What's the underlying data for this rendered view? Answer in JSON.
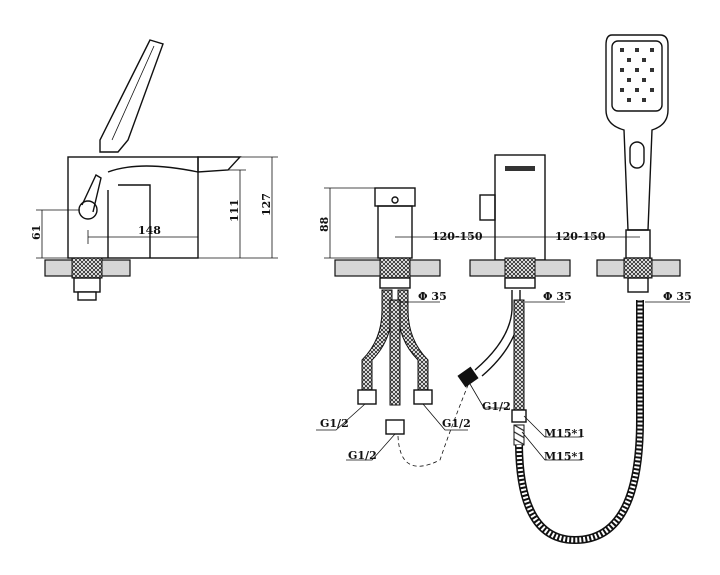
{
  "drawing": {
    "dimensions": {
      "lever_height": "61",
      "spout_reach": "148",
      "spout_height": "111",
      "total_height": "127",
      "valve_height": "88",
      "spacing_1": "120-150",
      "spacing_2": "120-150"
    },
    "hole_diameters": [
      "Φ 35",
      "Φ 35",
      "Φ 35"
    ],
    "connections": {
      "g_left": "G1/2",
      "g_center": "G1/2",
      "g_right": "G1/2",
      "g_diverter": "G1/2",
      "m_upper": "M15*1",
      "m_lower": "M15*1"
    }
  }
}
